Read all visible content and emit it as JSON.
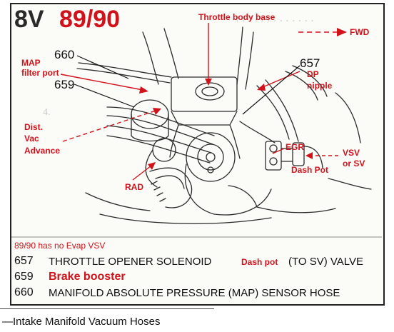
{
  "header": {
    "engine_code": "8V",
    "years": "89/90"
  },
  "direction": {
    "label": "FWD"
  },
  "callouts": {
    "throttle_body_base": "Throttle body base",
    "map_filter_port_line1": "MAP",
    "map_filter_port_line2": "filter port",
    "dp_nipple_line1": "DP",
    "dp_nipple_line2": "nipple",
    "dist_vac_line1": "Dist.",
    "dist_vac_line2": "Vac",
    "dist_vac_line3": "Advance",
    "egr": "EGR",
    "dash_pot": "Dash Pot",
    "vsv_line1": "VSV",
    "vsv_line2": "or SV",
    "rad": "RAD"
  },
  "part_numbers": {
    "p660": "660",
    "p659": "659",
    "p657": "657"
  },
  "note": "89/90 has no Evap VSV",
  "legend": {
    "r657_num": "657",
    "r657_a": "THROTTLE OPENER SOLENOID",
    "r657_mid": "Dash pot",
    "r657_b": "(TO SV) VALVE",
    "r659_num": "659",
    "r659_text": "Brake booster",
    "r660_num": "660",
    "r660_text": "MANIFOLD ABSOLUTE PRESSURE (MAP) SENSOR HOSE"
  },
  "caption": "—Intake Manifold Vacuum Hoses",
  "colors": {
    "annotation": "#d2121b",
    "ink": "#111111"
  }
}
